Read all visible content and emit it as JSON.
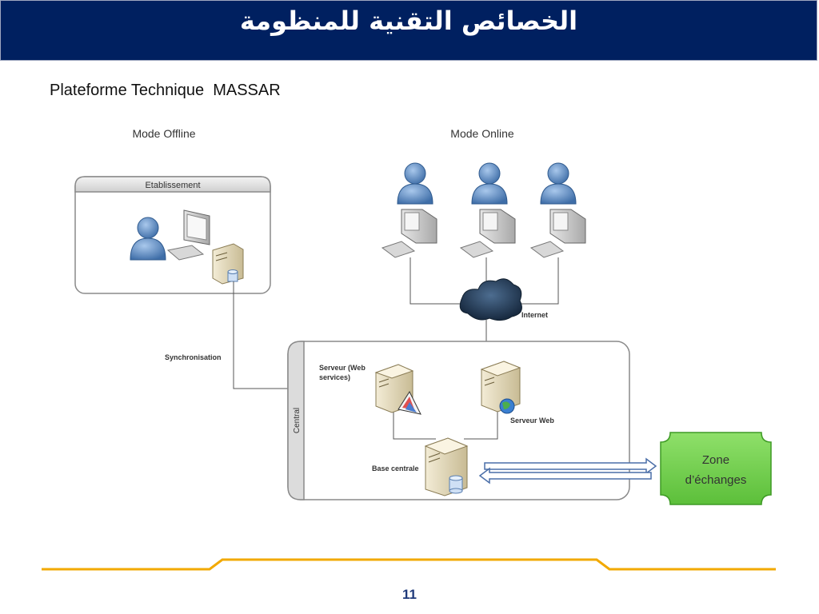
{
  "header": {
    "title": "الخصائص التقنية للمنظومة"
  },
  "subtitle": "Plateforme Technique  MASSAR",
  "diagram": {
    "mode_offline": "Mode Offline",
    "mode_online": "Mode Online",
    "etablissement": "Etablissement",
    "synchronisation": "Synchronisation",
    "internet": "Internet",
    "central": "Central",
    "serveur_ws_line1": "Serveur (Web",
    "serveur_ws_line2": "services)",
    "serveur_web": "Serveur Web",
    "base_centrale": "Base centrale",
    "zone_line1": "Zone",
    "zone_line2": "d’échanges"
  },
  "colors": {
    "title_bg": "#002060",
    "zone_fill": "#7dd35a",
    "footer_line": "#f2a900",
    "arrow": "#4a6ea8"
  },
  "footer": {
    "page_number": "11"
  }
}
